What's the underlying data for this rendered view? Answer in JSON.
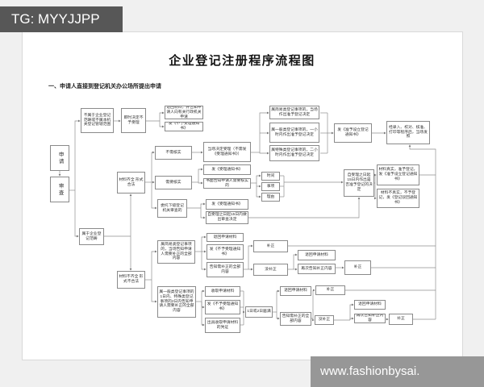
{
  "watermark": {
    "badge": "TG: MYYJJPP",
    "website": "www.fashionbysai."
  },
  "document": {
    "title": "企业登记注册程序流程图",
    "section_heading": "一、申请人直接到登记机关办公场所提出申请"
  },
  "flowchart": {
    "nodes": {
      "apply": "申请",
      "review": "审查",
      "not_in_scope": "不属于企业登记范畴或不属本机关登记管辖范围",
      "immediate_reject": "即时决定不予受理",
      "return_materials": "退回材料，并告知申请人向有关行政机关申请",
      "reject_notice_top": "发《不予受理通知书》",
      "simple_decide": "属简易类登记事项的，当场作出准予登记决定",
      "general_decide": "属一般类登记事项的，一小时内作出准予登记决定",
      "special_decide": "属特殊类登记事项的，二小时内作出准予登记决定",
      "approve_notice": "发《准予设立登记通知书》",
      "issue_license": "经录入、校对、核准、打印等程序后，当场发照",
      "materials_ok": "材料齐全 形式合法",
      "no_verify": "不需核实",
      "accept_onsite": "当场决定受理（不需发《受理通知书》）",
      "need_verify": "需要核实",
      "accept_notice1": "发《受理通知书》",
      "written_inform": "书面告知申请人需要核实的",
      "verify_time": "时间",
      "verify_matter": "事项",
      "verify_reason": "理由",
      "delegate_lower": "委托下级登记机关审查的",
      "accept_notice2": "发《受理通知书》",
      "review_15d": "自受理之日起15日内做出审查决定",
      "decide_15d": "自受理之日起15日内作出是否准予登记的决定",
      "material_true": "材料真实，准予登记，发《准予设立登记通知书》",
      "material_false": "材料不真实，不予登记，发《登记驳回通知书》",
      "in_scope": "属于企业登记范畴",
      "materials_bad": "材料不齐全 形式不合法",
      "simple_correct": "属简易类登记事项的，当场告知申请人需要补正的全部内容",
      "return_apply1": "退回申请材料",
      "reject_notice2": "发《不予受理通知书》",
      "inform_correct1": "告知需补正的全部内容",
      "corrected1": "补正",
      "not_corrected1": "没补正",
      "return_apply2": "退回申请材料",
      "inform_again1": "再次告知补正内容",
      "corrected2": "补正",
      "general_correct": "属一般类登记事项的1日内、特殊类登记事项的2日内告知申请人需要补正的全部内容",
      "collect_materials": "收取申请材料",
      "reject_notice3": "发《不予受理通知书》",
      "receipt_voucher": "出具收取申请材料的凭证",
      "deadline": "1日或2日届满",
      "return_apply3": "退回申请材料",
      "corrected3": "补正",
      "inform_correct2": "告知需补正的全部内容",
      "not_corrected2": "没补正",
      "return_apply4": "退回申请材料",
      "inform_again2": "再次告知补正内容",
      "corrected4": "补正"
    }
  }
}
